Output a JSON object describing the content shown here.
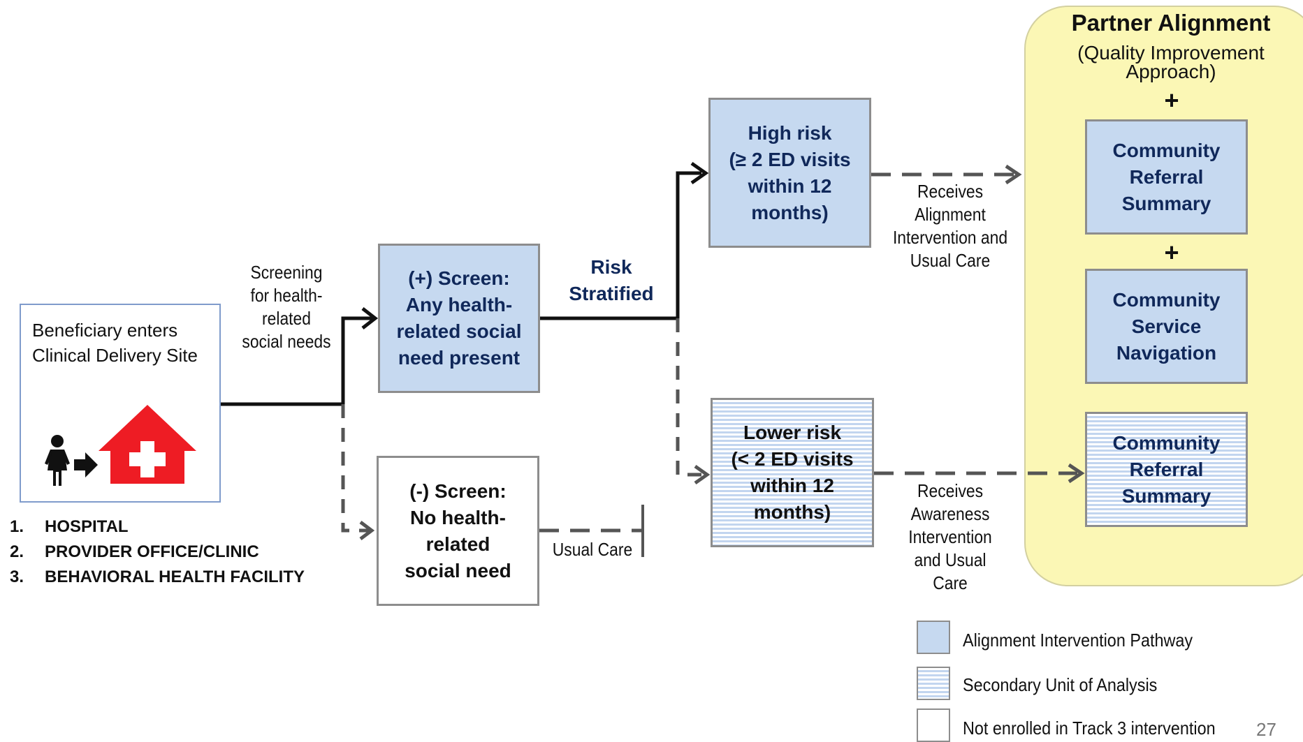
{
  "partner": {
    "title": "Partner Alignment",
    "subtitle": "(Quality Improvement\nApproach)",
    "plus_symbol": "+",
    "boxes": [
      {
        "text": "Community\nReferral\nSummary",
        "style": "solid"
      },
      {
        "text": "Community\nService\nNavigation",
        "style": "solid"
      },
      {
        "text": "Community\nReferral\nSummary",
        "style": "striped"
      }
    ]
  },
  "site": {
    "text": "Beneficiary enters\nClinical Delivery Site",
    "icons": [
      "person-icon",
      "arrow-right-icon",
      "hospital-icon"
    ],
    "colors": {
      "hospital": "#ee1c24",
      "cross": "#ffffff"
    }
  },
  "facilities": [
    {
      "num": "1.",
      "name": "HOSPITAL"
    },
    {
      "num": "2.",
      "name": "PROVIDER OFFICE/CLINIC"
    },
    {
      "num": "3.",
      "name": "BEHAVIORAL HEALTH FACILITY"
    }
  ],
  "screening_label": "Screening\nfor health-\nrelated\nsocial needs",
  "positive_screen": "(+) Screen:\nAny health-\nrelated social\nneed present",
  "negative_screen": "(-) Screen:\nNo health-\nrelated\nsocial need",
  "risk_label": "Risk\nStratified",
  "high_risk": "High risk\n(≥ 2 ED visits\nwithin 12\nmonths)",
  "lower_risk": "Lower risk\n(< 2 ED visits\nwithin 12\nmonths)",
  "high_outcome": "Receives\nAlignment\nIntervention and\nUsual Care",
  "lower_outcome": "Receives\nAwareness\nIntervention\nand Usual\nCare",
  "usual_care": "Usual Care",
  "legend": [
    {
      "label": "Alignment Intervention Pathway",
      "style": "solid"
    },
    {
      "label": "Secondary Unit of Analysis",
      "style": "striped"
    },
    {
      "label": "Not enrolled in Track 3 intervention",
      "style": "white"
    }
  ],
  "page_number": "27",
  "colors": {
    "accent_text": "#10285a",
    "solid_fill": "#c6d9f0",
    "stripe": "#c2d5ef",
    "panel": "#fbf7b5",
    "dashed_line": "#555555"
  }
}
